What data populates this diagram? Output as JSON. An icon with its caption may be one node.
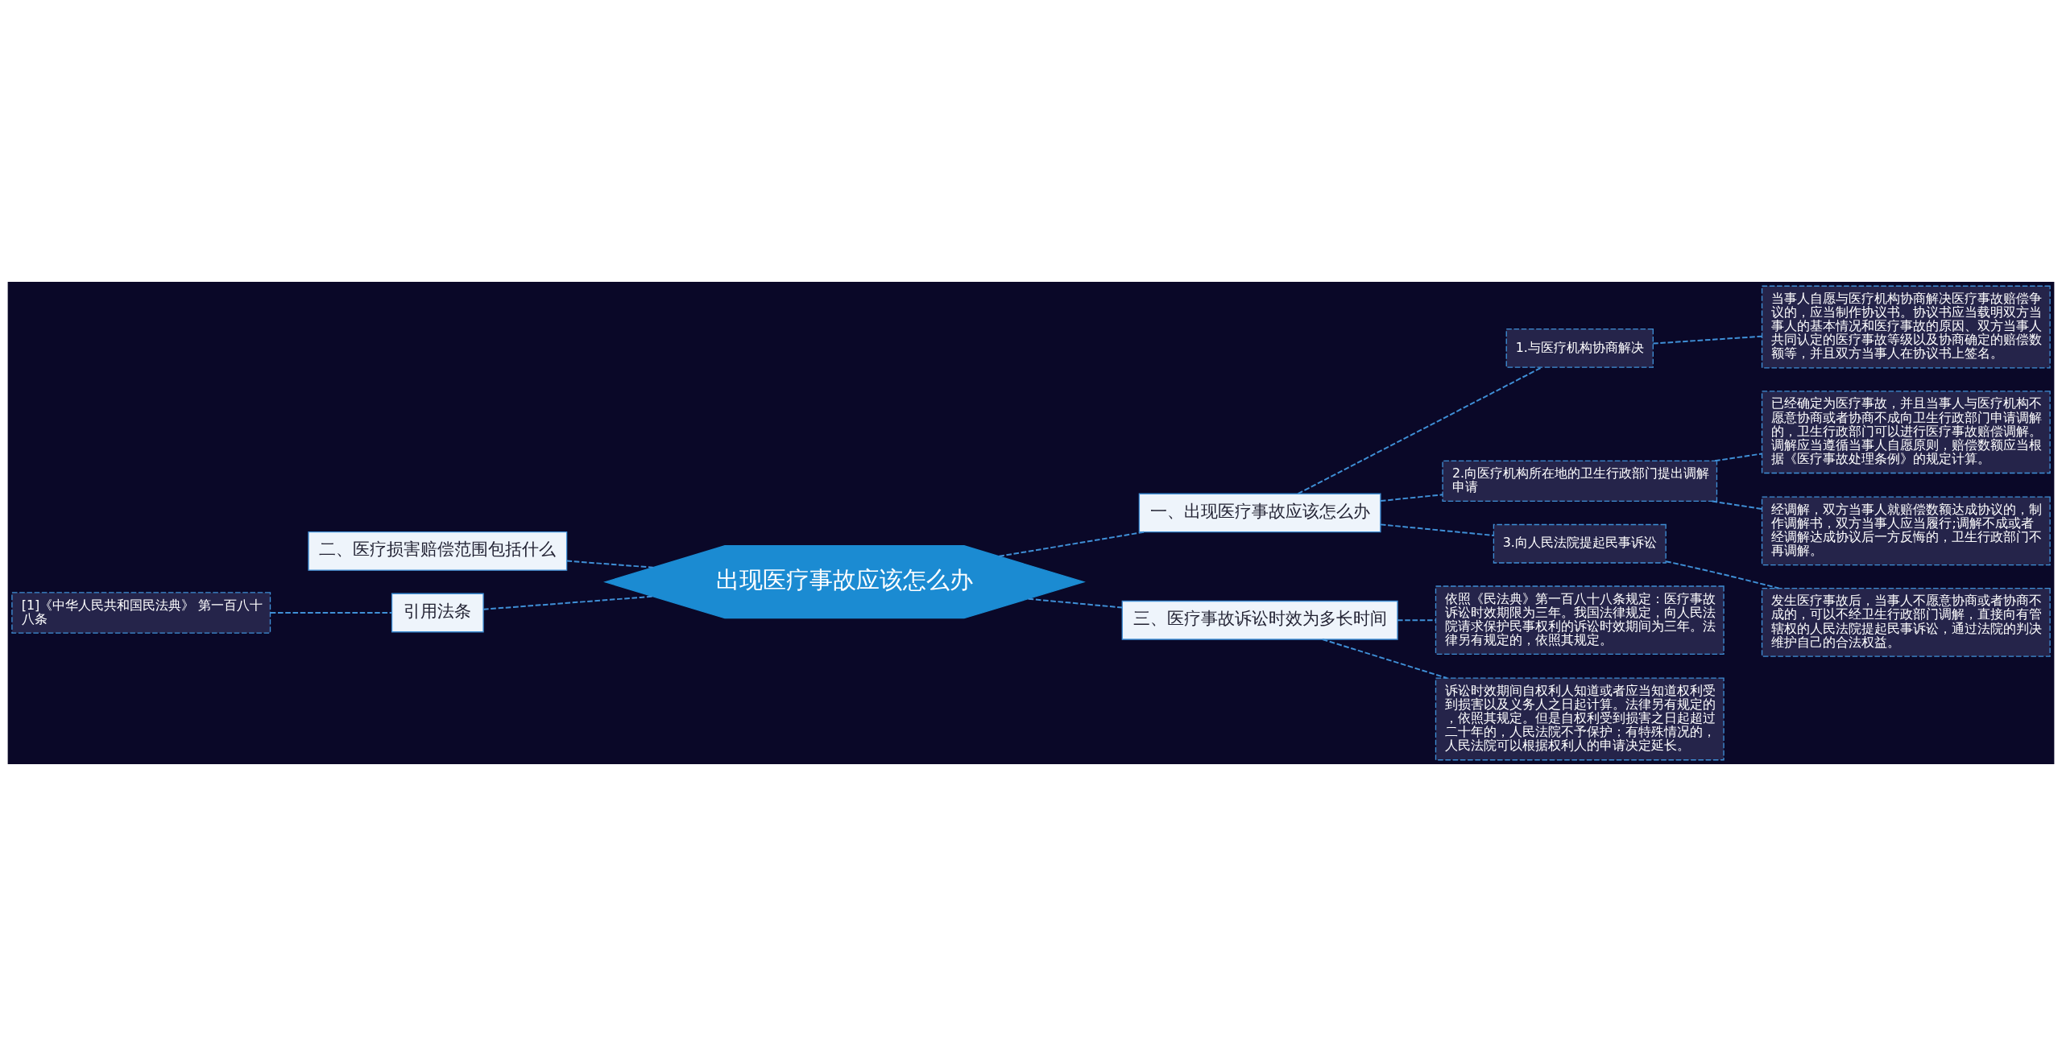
{
  "diagram": {
    "nodes": [
      {
        "text": [
          "出现医疗事故应该怎么办"
        ]
      },
      {
        "text": [
          "一、出现医疗事故应该怎么办"
        ]
      },
      {
        "text": [
          "1.与医疗机构协商解决"
        ]
      },
      {
        "text": [
          "当事人自愿与医疗机构协商解决医疗事故赔偿争议的，应当制作协议书。协议书应当载明双方当事人的基本情况和医疗事故的原因、双方当事人共同认定的医疗事故等级以及协商确定的赔偿数额等，并且双方当事人在协议书上签名。"
        ]
      },
      {
        "text": [
          "2.向医疗机构所在地的卫生行政部门提出调解申请"
        ]
      },
      {
        "text": [
          "已经确定为医疗事故，并且当事人与医疗机构不愿意协商或者协商不成向卫生行政部门申请调解的，卫生行政部门可以进行医疗事故赔偿调解。调解应当遵循当事人自愿原则，赔偿数额应当根据《医疗事故处理条例》的规定计算。"
        ]
      },
      {
        "text": [
          "经调解，双方当事人就赔偿数额达成协议的，制作调解书，双方当事人应当履行;调解不成或者经调解达成协议后一方反悔的，卫生行政部门不再调解。"
        ]
      },
      {
        "text": [
          "3.向人民法院提起民事诉讼"
        ]
      },
      {
        "text": [
          "发生医疗事故后，当事人不愿意协商或者协商不成的，可以不经卫生行政部门调解，直接向有管辖权的人民法院提起民事诉讼，通过法院的判决维护自己的合法权益。"
        ]
      },
      {
        "text": [
          "三、医疗事故诉讼时效为多长时间"
        ]
      },
      {
        "text": [
          "依照《民法典》第一百八十八条规定：医疗事故诉讼时效期限为三年。我国法律规定，向人民法院请求保护民事权利的诉讼时效期间为三年。法律另有规定的，依照其规定。"
        ]
      },
      {
        "text": [
          "诉讼时效期间自权利人知道或者应当知道权利受到损害以及义务人之日起计算。法律另有规定的，依照其规定。但是自权利受到损害之日起超过二十年的，人民法院不予保护；有特殊情况的，人民法院可以根据权利人的申请决定延长。"
        ]
      },
      {
        "text": [
          "二、医疗损害赔偿范围包括什么"
        ]
      },
      {
        "text": [
          "引用法条"
        ]
      },
      {
        "text": [
          "[1]《中华人民共和国民法典》 第一百八十八条"
        ]
      }
    ],
    "edges": [
      {
        "from": 0,
        "to": 1,
        "arrow": "none"
      },
      {
        "from": 1,
        "to": 2,
        "arrow": "none"
      },
      {
        "from": 2,
        "to": 3,
        "arrow": "none"
      },
      {
        "from": 1,
        "to": 4,
        "arrow": "none"
      },
      {
        "from": 4,
        "to": 5,
        "arrow": "none"
      },
      {
        "from": 4,
        "to": 6,
        "arrow": "none"
      },
      {
        "from": 1,
        "to": 7,
        "arrow": "none"
      },
      {
        "from": 7,
        "to": 8,
        "arrow": "none"
      },
      {
        "from": 0,
        "to": 9,
        "arrow": "none"
      },
      {
        "from": 9,
        "to": 10,
        "arrow": "none"
      },
      {
        "from": 9,
        "to": 11,
        "arrow": "none"
      },
      {
        "from": 12,
        "to": 0,
        "arrow": "none"
      },
      {
        "from": 13,
        "to": 0,
        "arrow": "none"
      },
      {
        "from": 14,
        "to": 13,
        "arrow": "none"
      }
    ]
  }
}
